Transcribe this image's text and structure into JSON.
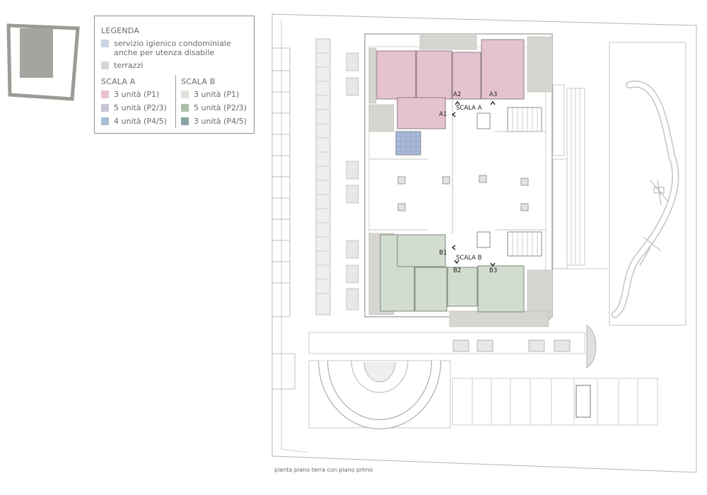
{
  "legend": {
    "heading": "LEGENDA",
    "toilet_label": "servizio igienico condominiale",
    "toilet_label_2": "anche per utenza disabile",
    "terrace_label": "terrazzi",
    "scala_a_title": "SCALA A",
    "scala_b_title": "SCALA B",
    "scala_a": [
      {
        "label": "3 unità (P1)",
        "color": "#e5c2cf"
      },
      {
        "label": "5 unità (P2/3)",
        "color": "#c9c3d9"
      },
      {
        "label": "4 unità (P4/5)",
        "color": "#a9bed7"
      }
    ],
    "scala_b": [
      {
        "label": "3 unità (P1)",
        "color": "#dde2d8"
      },
      {
        "label": "5 unità (P2/3)",
        "color": "#a9bfa6"
      },
      {
        "label": "3 unità (P4/5)",
        "color": "#87a5a6"
      }
    ],
    "toilet_color": "#cdd3e6",
    "terrace_color": "#d6d5cf"
  },
  "plan": {
    "labels": {
      "a1": "A1",
      "a2": "A2",
      "a3": "A3",
      "b1": "B1",
      "b2": "B2",
      "b3": "B3",
      "scala_a": "SCALA A",
      "scala_b": "SCALA B"
    },
    "colors": {
      "pink": "#e5c2cf",
      "green": "#d2dccf",
      "toilet_blue": "#a9b9da",
      "terrace": "#d6d5cf",
      "keymap_fill": "#a5a59f",
      "keymap_outline": "#9b9b95"
    }
  },
  "caption": "pianta piano terra con piano primo"
}
